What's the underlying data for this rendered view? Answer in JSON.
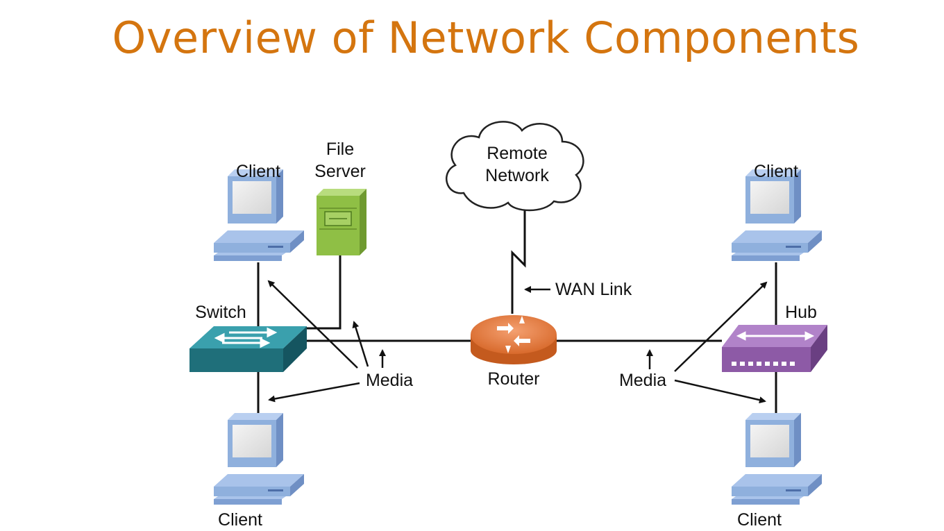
{
  "title": "Overview of Network Components",
  "colors": {
    "title": "#d4750f",
    "computer": "#8fb0dd",
    "switch": "#1f6f7a",
    "router": "#e0773a",
    "hub": "#8d5aa6",
    "server": "#8fbf45"
  },
  "labels": {
    "client_top_left": "Client",
    "file_server_line1": "File",
    "file_server_line2": "Server",
    "remote_network_line1": "Remote",
    "remote_network_line2": "Network",
    "client_top_right": "Client",
    "wan_link": "WAN Link",
    "switch": "Switch",
    "hub": "Hub",
    "media_left": "Media",
    "router": "Router",
    "media_right": "Media",
    "client_bottom_left": "Client",
    "client_bottom_right": "Client"
  }
}
